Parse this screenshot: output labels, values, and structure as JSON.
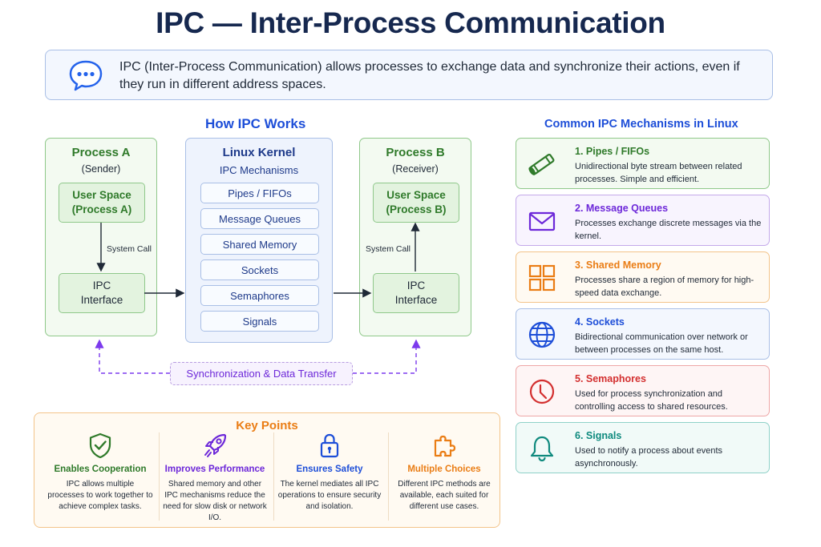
{
  "title": "IPC — Inter-Process Communication",
  "intro": {
    "text": "IPC (Inter-Process Communication) allows processes to exchange data and synchronize their actions, even if they run in different address spaces.",
    "icon": "speech-bubble-icon"
  },
  "how_it_works": {
    "heading": "How IPC Works",
    "process_a": {
      "title": "Process A",
      "role": "(Sender)",
      "user_space_line1": "User Space",
      "user_space_line2": "(Process A)",
      "ipc_line1": "IPC",
      "ipc_line2": "Interface",
      "call_label": "System Call"
    },
    "process_b": {
      "title": "Process B",
      "role": "(Receiver)",
      "user_space_line1": "User Space",
      "user_space_line2": "(Process B)",
      "ipc_line1": "IPC",
      "ipc_line2": "Interface",
      "call_label": "System Call"
    },
    "kernel": {
      "title": "Linux Kernel",
      "subtitle": "IPC Mechanisms",
      "mechanisms": [
        "Pipes / FIFOs",
        "Message Queues",
        "Shared Memory",
        "Sockets",
        "Semaphores",
        "Signals"
      ]
    },
    "sync_label": "Synchronization & Data Transfer"
  },
  "key_points": {
    "heading": "Key Points",
    "items": [
      {
        "name": "Enables Cooperation",
        "text": "IPC allows multiple processes to work together to achieve complex tasks.",
        "icon": "shield-check-icon",
        "color": "#2f7a2a"
      },
      {
        "name": "Improves Performance",
        "text": "Shared memory and other IPC mechanisms reduce the need for slow disk or network I/O.",
        "icon": "rocket-icon",
        "color": "#6d28d9"
      },
      {
        "name": "Ensures Safety",
        "text": "The kernel mediates all IPC operations to ensure security and isolation.",
        "icon": "lock-icon",
        "color": "#1d4ed8"
      },
      {
        "name": "Multiple Choices",
        "text": "Different IPC methods are available, each suited for different use cases.",
        "icon": "puzzle-piece-icon",
        "color": "#ea7d15"
      }
    ]
  },
  "mechanisms": {
    "heading": "Common IPC Mechanisms in Linux",
    "items": [
      {
        "name": "1. Pipes / FIFOs",
        "desc": "Unidirectional byte stream between related processes. Simple and efficient.",
        "icon": "pipe-icon",
        "color": "#2f7a2a",
        "border": "#8fc88a",
        "bg": "#f3faf1"
      },
      {
        "name": "2. Message Queues",
        "desc": "Processes exchange discrete messages via the kernel.",
        "icon": "envelope-icon",
        "color": "#6d28d9",
        "border": "#c4a9ea",
        "bg": "#f8f4fe"
      },
      {
        "name": "3. Shared Memory",
        "desc": "Processes share a region of memory for high-speed data exchange.",
        "icon": "grid-icon",
        "color": "#ea7d15",
        "border": "#f3c48a",
        "bg": "#fffaf2"
      },
      {
        "name": "4. Sockets",
        "desc": "Bidirectional communication over network or between processes on the same host.",
        "icon": "globe-icon",
        "color": "#1d4ed8",
        "border": "#a9bfe6",
        "bg": "#f3f7fe"
      },
      {
        "name": "5. Semaphores",
        "desc": "Used for process synchronization and controlling access to shared resources.",
        "icon": "clock-icon",
        "color": "#d32f2f",
        "border": "#eea6a6",
        "bg": "#fef5f5"
      },
      {
        "name": "6. Signals",
        "desc": "Used to notify a process about events asynchronously.",
        "icon": "bell-icon",
        "color": "#0f8a7e",
        "border": "#8fd1c8",
        "bg": "#f1faf8"
      }
    ]
  }
}
